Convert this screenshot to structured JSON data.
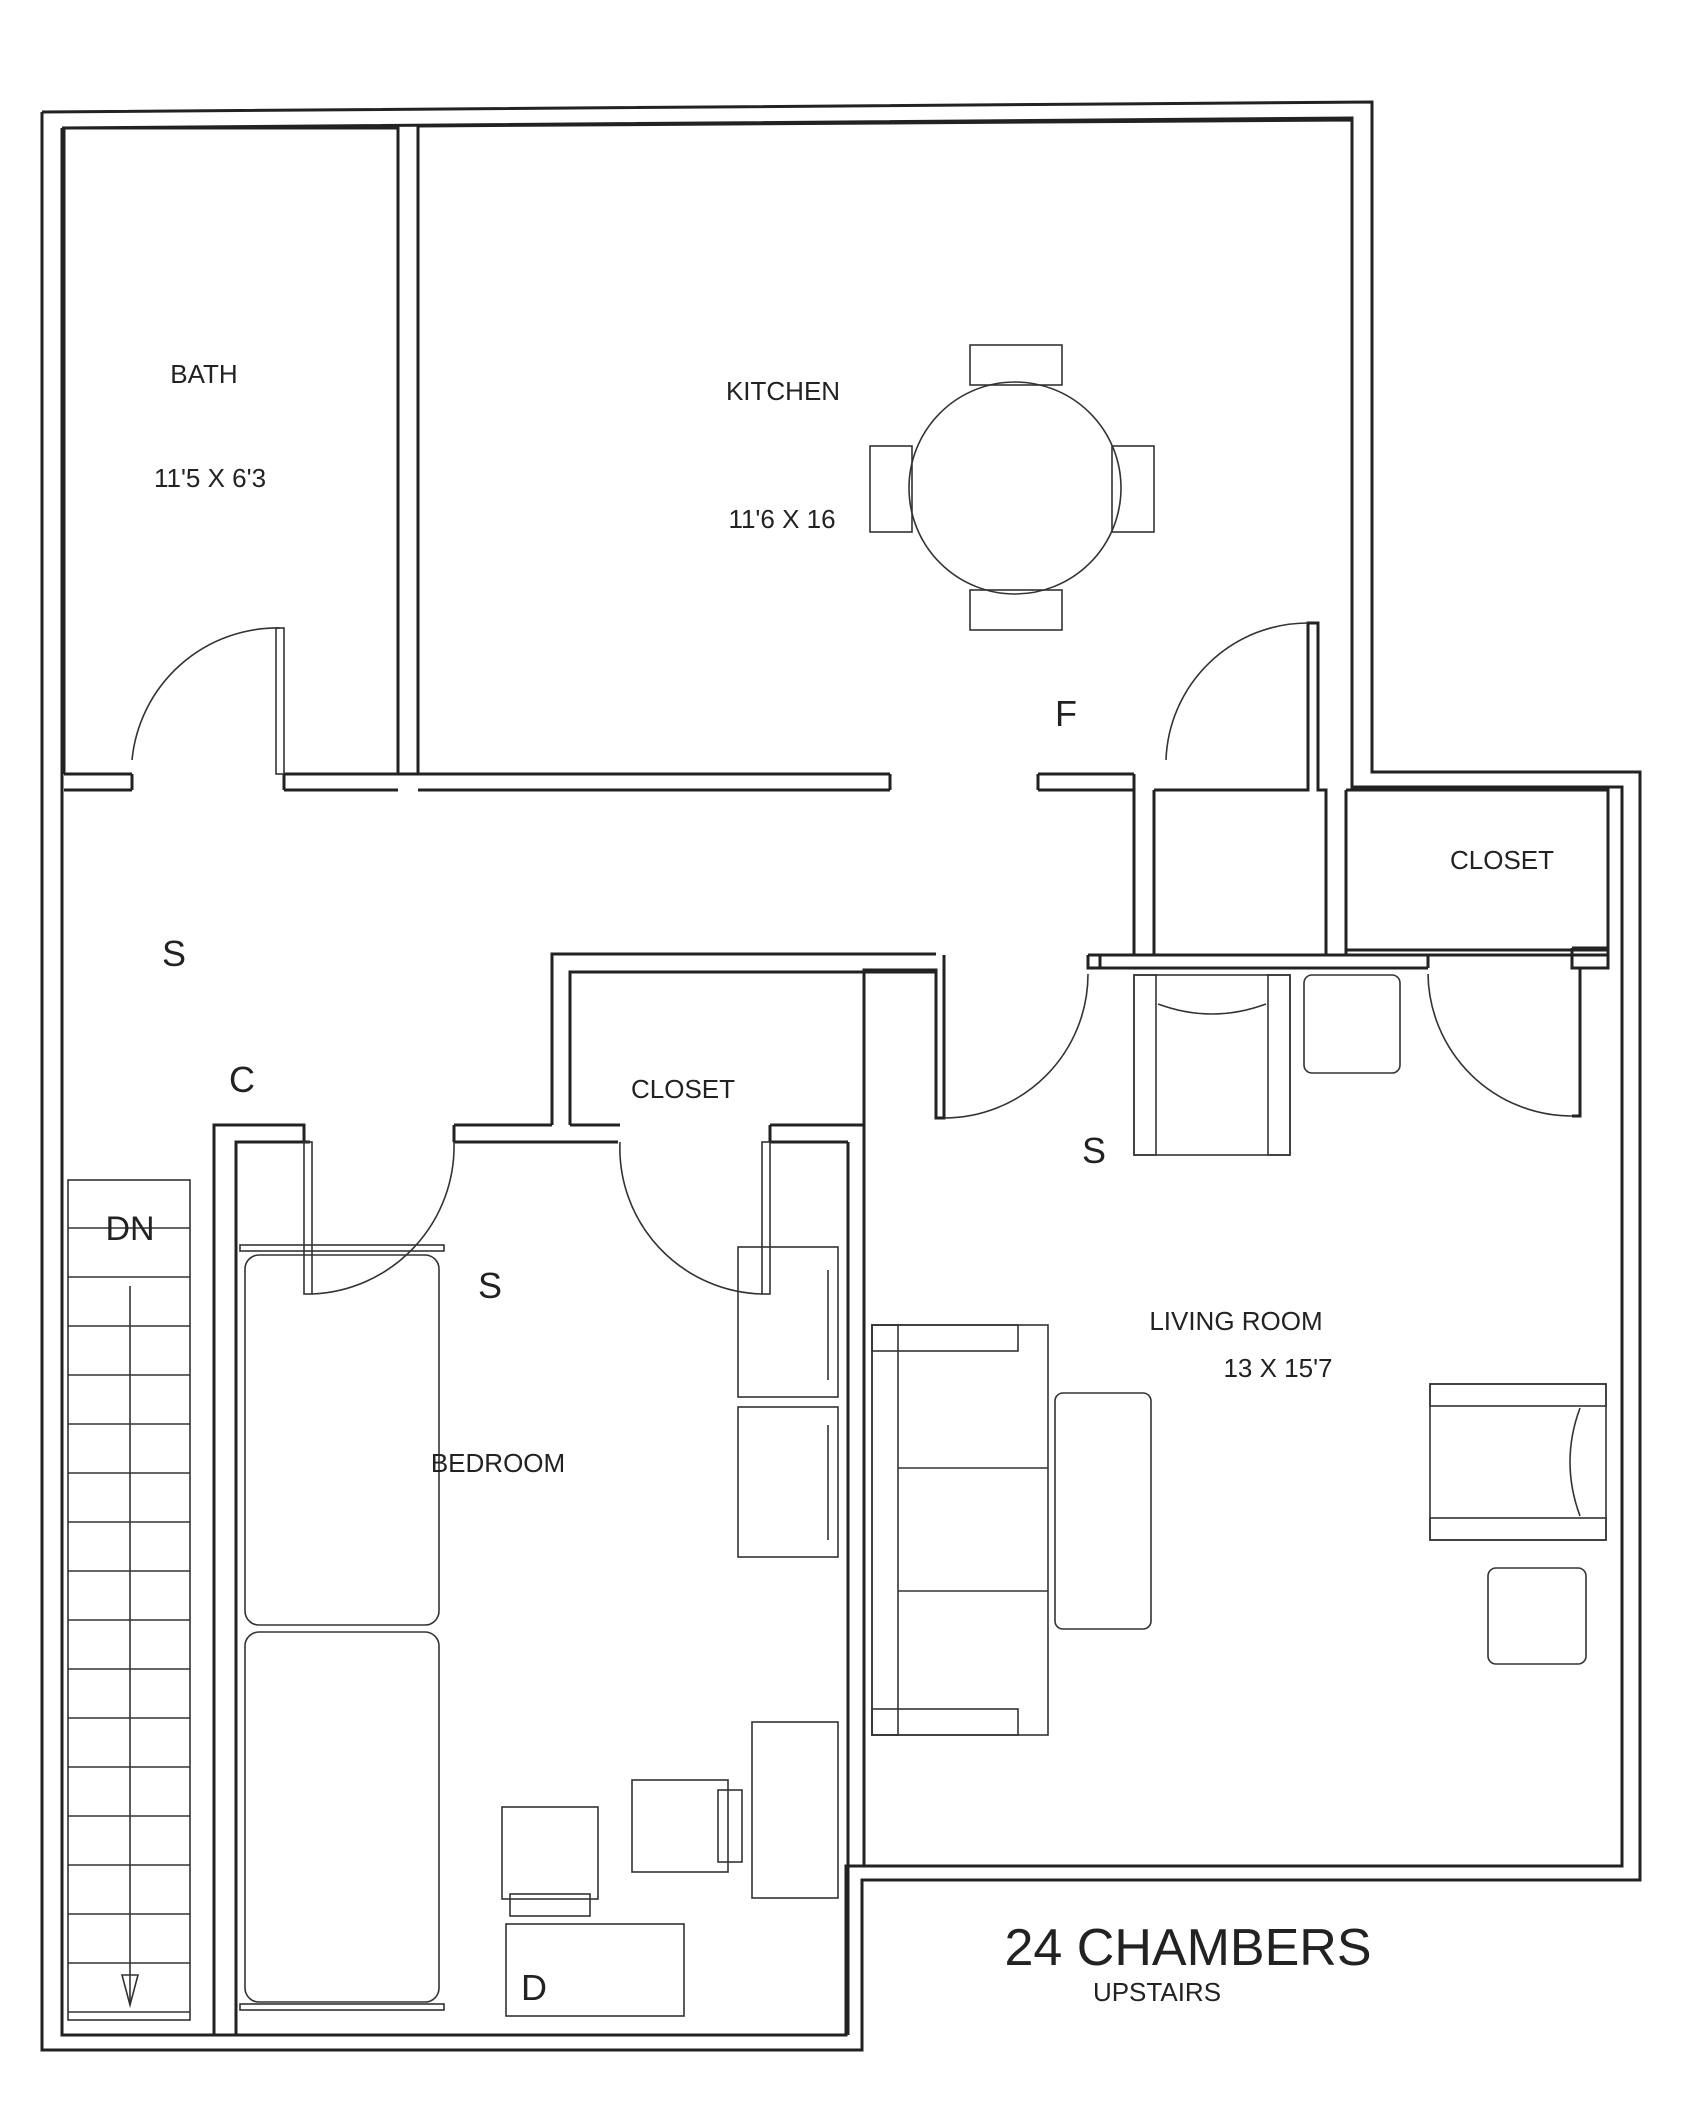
{
  "title": "24 CHAMBERS",
  "subtitle": "UPSTAIRS",
  "rooms": {
    "bath": {
      "name": "BATH",
      "dims": "11'5 X 6'3"
    },
    "kitchen": {
      "name": "KITCHEN",
      "dims": "11'6 X 16"
    },
    "closet_right": {
      "name": "CLOSET"
    },
    "closet_center": {
      "name": "CLOSET"
    },
    "living_room": {
      "name": "LIVING ROOM",
      "dims": "13 X 15'7"
    },
    "bedroom": {
      "name": "BEDROOM"
    }
  },
  "markers": {
    "f": "F",
    "s_hall": "S",
    "c_hall": "C",
    "s_bedroom": "S",
    "s_living": "S",
    "dn": "DN",
    "d": "D"
  }
}
